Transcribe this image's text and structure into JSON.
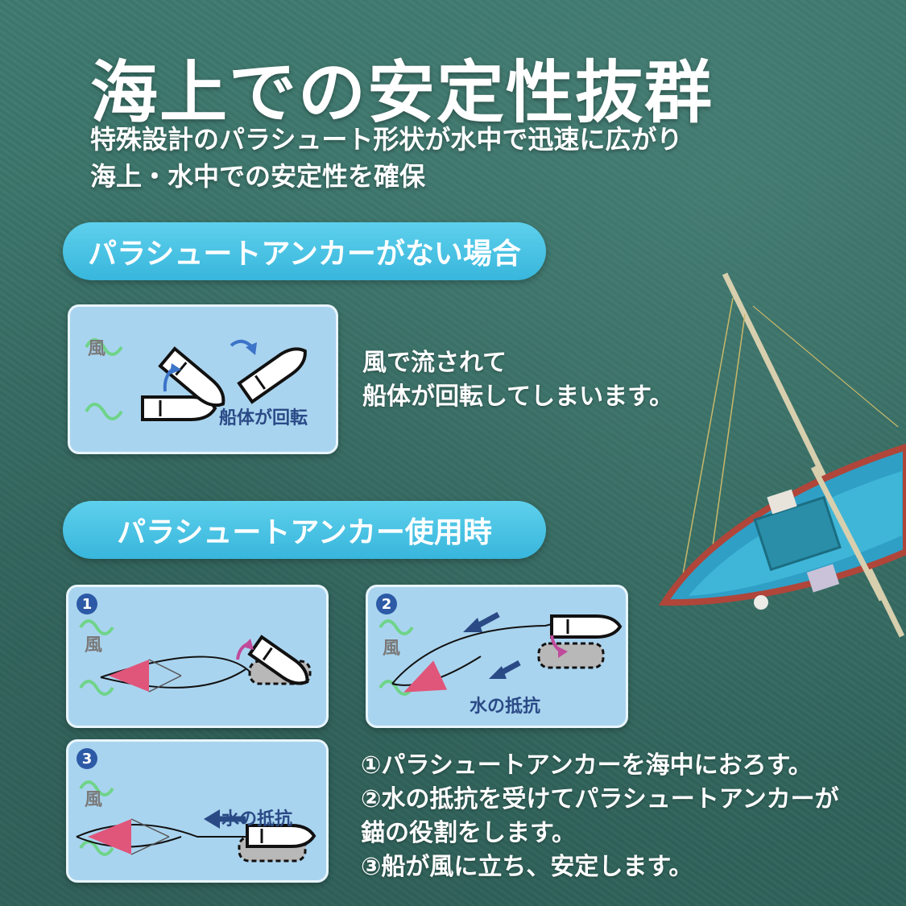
{
  "title": "海上での安定性抜群",
  "subtitle": [
    "特殊設計のパラシュート形状が水中で迅速に広がり",
    "海上・水中での安定性を確保"
  ],
  "section1": {
    "heading": "パラシュートアンカーがない場合",
    "panel": {
      "wind_label": "風",
      "rotate_label": "船体が回転"
    },
    "description": [
      "風で流されて",
      "船体が回転してしまいます。"
    ]
  },
  "section2": {
    "heading": "パラシュートアンカー使用時",
    "panels": [
      {
        "number": "1",
        "wind_label": "風"
      },
      {
        "number": "2",
        "wind_label": "風",
        "resistance_label": "水の抵抗"
      },
      {
        "number": "3",
        "wind_label": "風",
        "resistance_label": "水の抵抗"
      }
    ],
    "steps": [
      "①パラシュートアンカーを海中におろす。",
      "②水の抵抗を受けてパラシュートアンカーが",
      "錨の役割をします。",
      "③船が風に立ち、安定します。"
    ]
  },
  "colors": {
    "pill": "#38b6dc",
    "panel": "#a9d4ef",
    "anchor": "#e0567a",
    "arrow": "#2a4a86",
    "wind_arrow": "#6fd48a",
    "sea": "#3a7268"
  }
}
